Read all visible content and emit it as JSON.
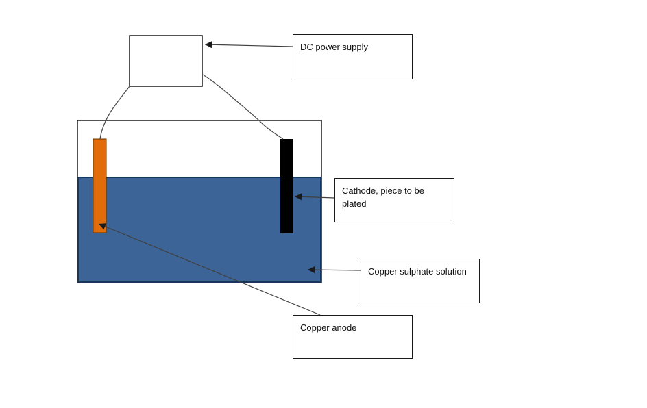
{
  "diagram": {
    "labels": {
      "power_supply": "DC power supply",
      "cathode_line1": "Cathode, piece to be",
      "cathode_line2": "plated",
      "solution": "Copper sulphate solution",
      "anode": "Copper anode"
    },
    "colors": {
      "solution_fill": "#3C6496",
      "solution_border": "#17375E",
      "anode_fill": "#E36C0A",
      "anode_border": "#663300",
      "cathode_fill": "#000000",
      "outline": "#1a1a1a",
      "wire": "#4D4D4D",
      "arrow_line": "#404040",
      "arrow_head": "#1a1a1a"
    }
  }
}
